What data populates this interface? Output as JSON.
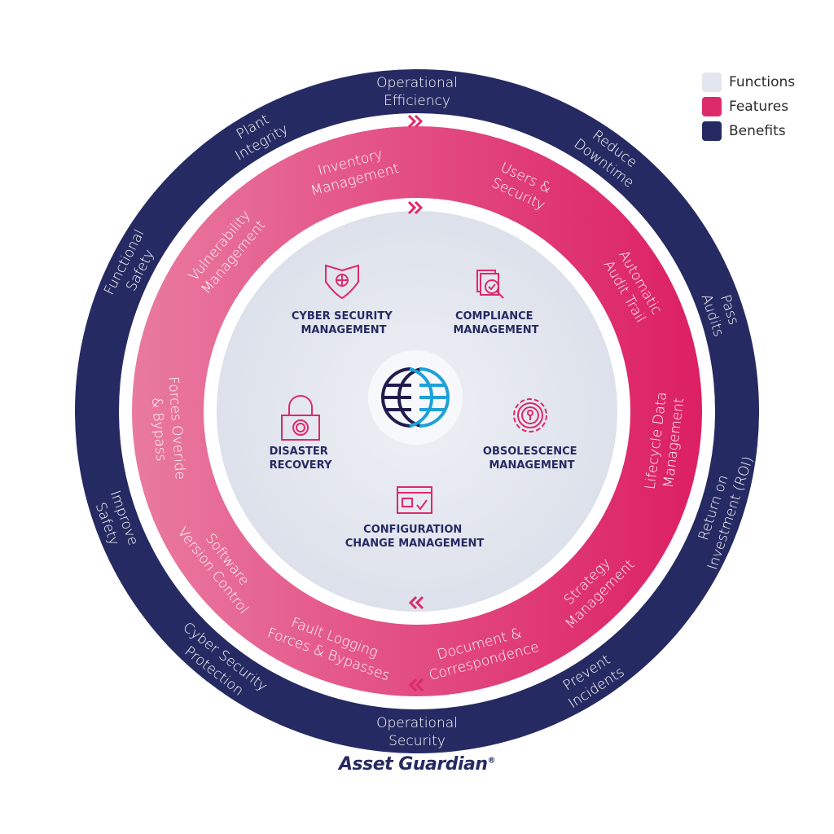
{
  "colors": {
    "functions": "#e3e6ef",
    "features": "#dd2a6a",
    "features_light": "#e8789e",
    "benefits": "#262a62",
    "icon_pink": "#dd2a6a",
    "globe_dark": "#1f1c4d",
    "globe_blue": "#1ea0d8"
  },
  "legend": {
    "items": [
      {
        "label": "Functions",
        "color": "#e3e6ef"
      },
      {
        "label": "Features",
        "color": "#dd2a6a"
      },
      {
        "label": "Benefits",
        "color": "#262a62"
      }
    ]
  },
  "benefits": [
    {
      "lines": [
        "Operational",
        "Efficiency"
      ],
      "angle": 0
    },
    {
      "lines": [
        "Reduce",
        "Downtime"
      ],
      "angle": 37
    },
    {
      "lines": [
        "Pass",
        "Audits"
      ],
      "angle": 72
    },
    {
      "lines": [
        "Return on",
        "Investment (ROI)"
      ],
      "angle": 108
    },
    {
      "lines": [
        "Prevent",
        "Incidents"
      ],
      "angle": 147
    },
    {
      "lines": [
        "Operational",
        "Security"
      ],
      "angle": 180
    },
    {
      "lines": [
        "Cyber Security",
        "Protection"
      ],
      "angle": 218
    },
    {
      "lines": [
        "Improve",
        "Safety"
      ],
      "angle": 250
    },
    {
      "lines": [
        "Functional",
        "Safety"
      ],
      "angle": 297
    },
    {
      "lines": [
        "Plant",
        "Integrity"
      ],
      "angle": 330
    }
  ],
  "features": [
    {
      "lines": [
        "Inventory",
        "Management"
      ],
      "angle": 345
    },
    {
      "lines": [
        "Users &",
        "Security"
      ],
      "angle": 25
    },
    {
      "lines": [
        "Automatic",
        "Audit Trail"
      ],
      "angle": 60
    },
    {
      "lines": [
        "Lifecycle Data",
        "Management"
      ],
      "angle": 97
    },
    {
      "lines": [
        "Strategy",
        "Management"
      ],
      "angle": 135
    },
    {
      "lines": [
        "Document &",
        "Correspondence"
      ],
      "angle": 165
    },
    {
      "lines": [
        "Fault Logging",
        "Forces & Bypasses"
      ],
      "angle": 200
    },
    {
      "lines": [
        "Software",
        "Version Control"
      ],
      "angle": 232
    },
    {
      "lines": [
        "Forces Overide",
        "& Bypass"
      ],
      "angle": 266
    },
    {
      "lines": [
        "Vulnerability",
        "Management"
      ],
      "angle": 310
    }
  ],
  "functions": [
    {
      "id": "cyber",
      "icon": "shield-globe-icon",
      "lines": [
        "CYBER SECURITY",
        "MANAGEMENT"
      ]
    },
    {
      "id": "compliance",
      "icon": "document-magnifier-check-icon",
      "lines": [
        "COMPLIANCE",
        "MANAGEMENT"
      ]
    },
    {
      "id": "disaster",
      "icon": "fingerprint-padlock-icon",
      "lines": [
        "DISASTER",
        "RECOVERY"
      ]
    },
    {
      "id": "obsolescence",
      "icon": "gear-keyhole-icon",
      "lines": [
        "OBSOLESCENCE",
        "MANAGEMENT"
      ]
    },
    {
      "id": "configuration",
      "icon": "browser-lock-check-icon",
      "lines": [
        "CONFIGURATION",
        "CHANGE MANAGEMENT"
      ]
    }
  ],
  "center": {
    "icon": "globe-logo-icon"
  },
  "arrows": [
    {
      "name": "chevron-right-icon",
      "position": "top-outer"
    },
    {
      "name": "chevron-right-icon",
      "position": "top-inner"
    },
    {
      "name": "chevron-left-icon",
      "position": "bottom-inner"
    },
    {
      "name": "chevron-left-icon",
      "position": "bottom-outer"
    }
  ],
  "brand": {
    "name": "Asset Guardian",
    "mark": "®"
  }
}
